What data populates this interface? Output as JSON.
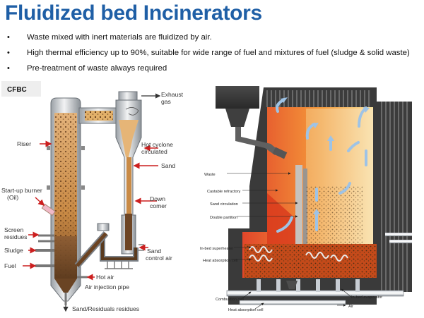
{
  "title": "Fluidized bed Incinerators",
  "bullets": [
    "Waste mixed with inert materials are fluidized by air.",
    "High thermal efficiency up to 90%, suitable for wide range of fuel and mixtures of fuel (sludge & solid waste)",
    "Pre-treatment of waste always required"
  ],
  "bullet_glyph": "•",
  "left_diagram": {
    "badge": "CFBC",
    "labels": {
      "exhaust_gas": [
        "Exhaust",
        "gas"
      ],
      "riser": "Riser",
      "hot_cyclone": [
        "Hot cyclone",
        "circulated"
      ],
      "sand": "Sand",
      "startup_burner": [
        "Start-up burner",
        "(Oil)"
      ],
      "down_comer": [
        "Down",
        "comer"
      ],
      "screen_residues": [
        "Screen",
        "residues"
      ],
      "sludge": "Sludge",
      "fuel": "Fuel",
      "sand_control_air": [
        "Sand",
        "control air"
      ],
      "hot_air": "Hot air",
      "air_injection_pipe": "Air injection pipe",
      "sand_residuals": "Sand/Residuals residues"
    }
  },
  "right_diagram": {
    "labels": {
      "waste": "Waste",
      "castable_refractory": "Castable refractory",
      "sand_circulation": "Sand circulation",
      "double_partition": "Double partition",
      "in_bed_superheater": "In-bed superheater",
      "heat_absorption_cell": "Heat absorption cell",
      "in_bed_evaporator": "In-bed evaporator",
      "combustion_cell": "Combustion cell",
      "heat_absorption_cell_bottom": "Heat absorption cell",
      "air": "Air"
    }
  },
  "colors": {
    "title": "#1f5fa6",
    "accent_arrow": "#cc1f1f",
    "sand_fill": "#c9873f",
    "furnace_fire": "#e8501c"
  }
}
